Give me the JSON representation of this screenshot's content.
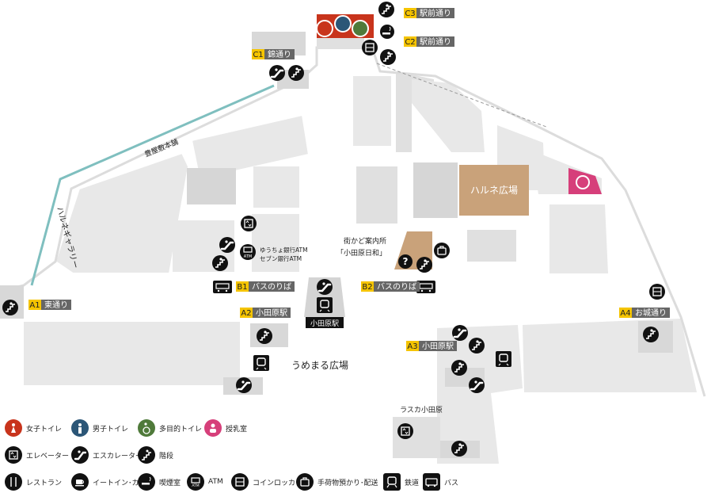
{
  "exits": [
    {
      "id": "A1",
      "label": "東通り"
    },
    {
      "id": "A2",
      "label": "小田原駅"
    },
    {
      "id": "A3",
      "label": "小田原駅"
    },
    {
      "id": "A4",
      "label": "お城通り"
    },
    {
      "id": "B1",
      "label": "バスのりば"
    },
    {
      "id": "B2",
      "label": "バスのりば"
    },
    {
      "id": "C1",
      "label": "錦通り"
    },
    {
      "id": "C2",
      "label": "駅前通り"
    },
    {
      "id": "C3",
      "label": "駅前通り"
    }
  ],
  "places": {
    "harune_plaza": "ハルネ広場",
    "umemaru_plaza": "うめまる広場",
    "odawara_station": "小田原駅",
    "lasca": "ラスカ小田原",
    "info_center_line1": "街かど案内所",
    "info_center_line2": "「小田原日和」",
    "atm_line1": "ゆうちょ銀行ATM",
    "atm_line2": "セブン銀行ATM",
    "harune_gallery": "ハルネギャラリー",
    "unknown_corridor": "豊屋敷本舗"
  },
  "legend": [
    {
      "icon": "woman-icon",
      "label": "女子トイレ",
      "color": "#c8341c"
    },
    {
      "icon": "man-icon",
      "label": "男子トイレ",
      "color": "#2b5677"
    },
    {
      "icon": "wheelchair-icon",
      "label": "多目的トイレ",
      "color": "#4f7a3a"
    },
    {
      "icon": "nursing-icon",
      "label": "授乳室",
      "color": "#d63f7a"
    },
    {
      "icon": "elevator-icon",
      "label": "エレベーター",
      "color": "#111111"
    },
    {
      "icon": "escalator-icon",
      "label": "エスカレーター",
      "color": "#111111"
    },
    {
      "icon": "stairs-icon",
      "label": "階段",
      "color": "#111111"
    },
    {
      "icon": "restaurant-icon",
      "label": "レストラン",
      "color": "#111111"
    },
    {
      "icon": "cafe-icon",
      "label": "イートイン･カフェ",
      "color": "#111111"
    },
    {
      "icon": "smoking-icon",
      "label": "喫煙室",
      "color": "#111111"
    },
    {
      "icon": "atm-icon",
      "label": "ATM",
      "color": "#111111"
    },
    {
      "icon": "locker-icon",
      "label": "コインロッカー",
      "color": "#111111"
    },
    {
      "icon": "baggage-icon",
      "label": "手荷物預かり･配送",
      "color": "#111111"
    },
    {
      "icon": "train-icon",
      "label": "鉄道",
      "color": "#111111"
    },
    {
      "icon": "bus-icon",
      "label": "バス",
      "color": "#111111"
    }
  ],
  "colors": {
    "building": "#e6e6e6",
    "building_dark": "#d4d4d4",
    "plaza": "#c9a27a",
    "tag_letter_bg": "#f5c400",
    "tag_label_bg": "#666666",
    "gallery_line": "#7fbfbf",
    "toilet_area": "#c8341c",
    "nursing": "#d63f7a"
  }
}
